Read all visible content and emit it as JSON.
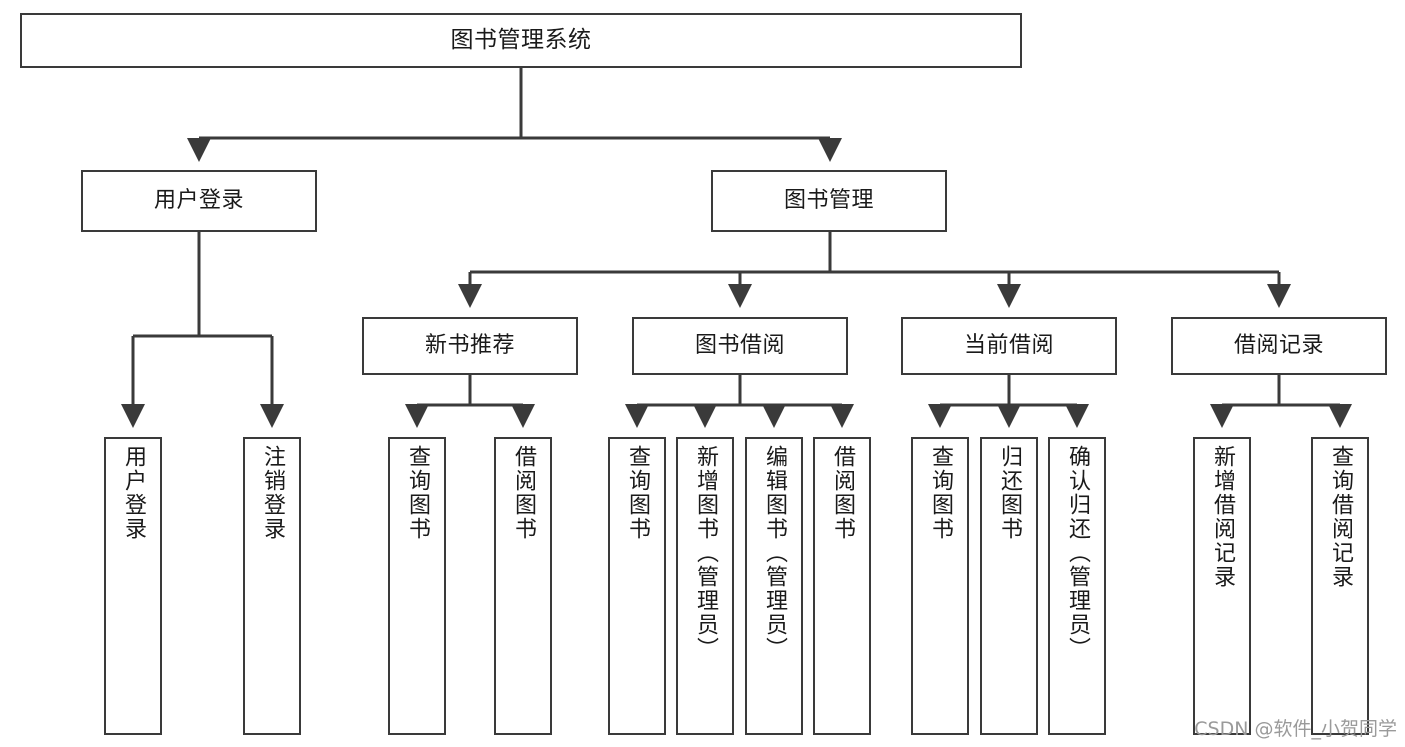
{
  "diagram": {
    "title": "图书管理系统",
    "watermark": "CSDN @软件_小贺同学",
    "colors": {
      "box_border": "#3a3a3a",
      "box_fill": "#ffffff",
      "connector": "#3a3a3a",
      "text": "#1a1a1a",
      "watermark": "#9a9a9a"
    },
    "nodes": {
      "root": {
        "label": "图书管理系统"
      },
      "level2": [
        {
          "label": "用户登录"
        },
        {
          "label": "图书管理"
        }
      ],
      "level3": [
        {
          "label": "新书推荐"
        },
        {
          "label": "图书借阅"
        },
        {
          "label": "当前借阅"
        },
        {
          "label": "借阅记录"
        }
      ],
      "leaves_user_login": [
        {
          "label": "用户登录"
        },
        {
          "label": "注销登录"
        }
      ],
      "leaves_new_book": [
        {
          "label": "查询图书"
        },
        {
          "label": "借阅图书"
        }
      ],
      "leaves_borrow": [
        {
          "label": "查询图书"
        },
        {
          "label": "新增图书（管理员）"
        },
        {
          "label": "编辑图书（管理员）"
        },
        {
          "label": "借阅图书"
        }
      ],
      "leaves_current": [
        {
          "label": "查询图书"
        },
        {
          "label": "归还图书"
        },
        {
          "label": "确认归还（管理员）"
        }
      ],
      "leaves_records": [
        {
          "label": "新增借阅记录"
        },
        {
          "label": "查询借阅记录"
        }
      ]
    }
  }
}
